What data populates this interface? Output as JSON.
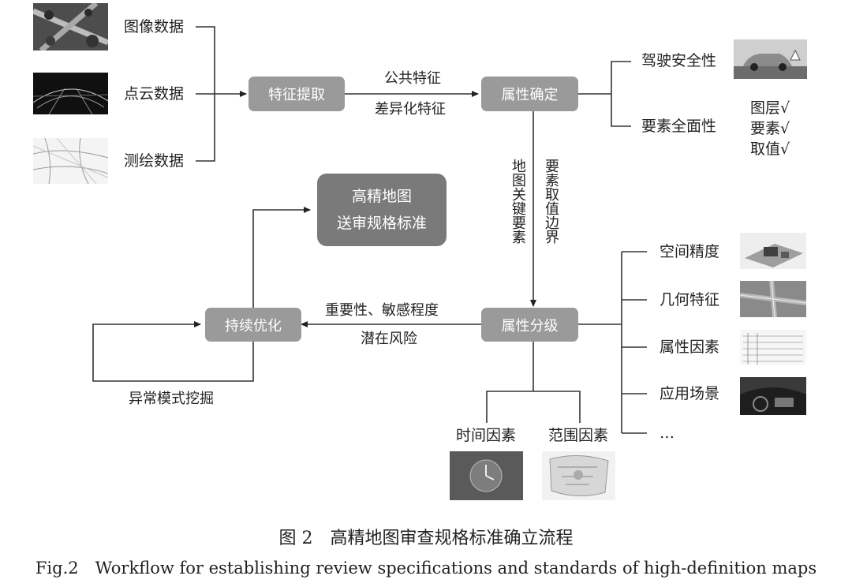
{
  "sources": [
    "图像数据",
    "点云数据",
    "测绘数据"
  ],
  "boxes": {
    "extract": "特征提取",
    "determine": "属性确定",
    "grade": "属性分级",
    "optimize": "持续优化",
    "standard_line1": "高精地图",
    "standard_line2": "送审规格标准"
  },
  "edges": {
    "common": "公共特征",
    "diff": "差异化特征",
    "key_elements": "地图关键要素",
    "value_boundary": "要素取值边界",
    "importance": "重要性、敏感程度",
    "risk": "潜在风险",
    "anomaly": "异常模式挖掘"
  },
  "determine_branches": [
    "驾驶安全性",
    "要素全面性"
  ],
  "checks": [
    "图层√",
    "要素√",
    "取值√"
  ],
  "grade_factors": [
    "空间精度",
    "几何特征",
    "属性因素",
    "应用场景",
    "…"
  ],
  "bottom_factors": [
    "时间因素",
    "范围因素"
  ],
  "caption": {
    "cn": "图 2　高精地图审查规格标准确立流程",
    "en": "Fig.2　Workflow for establishing review specifications and standards of high-definition maps"
  }
}
